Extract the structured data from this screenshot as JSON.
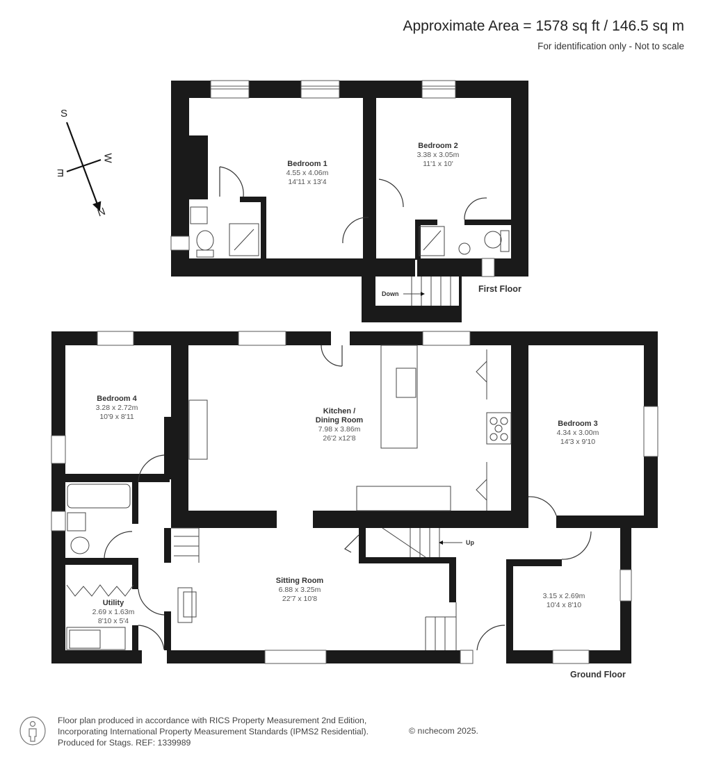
{
  "header": {
    "title": "Approximate Area = 1578 sq ft / 146.5 sq m",
    "subtitle": "For identification only - Not to scale"
  },
  "compass": {
    "letters": {
      "north": "N",
      "south": "S",
      "east": "E",
      "west": "W"
    },
    "icon": "compass-arrow-icon"
  },
  "floors": {
    "first": {
      "label": "First Floor",
      "stairs_label": "Down",
      "rooms": [
        {
          "name": "Bedroom 1",
          "metric": "4.55 x 4.06m",
          "imperial": "14'11 x 13'4"
        },
        {
          "name": "Bedroom 2",
          "metric": "3.38 x 3.05m",
          "imperial": "11'1 x 10'"
        }
      ]
    },
    "ground": {
      "label": "Ground Floor",
      "stairs_label": "Up",
      "rooms": [
        {
          "name": "Bedroom 4",
          "metric": "3.28 x 2.72m",
          "imperial": "10'9 x 8'11"
        },
        {
          "name": "Kitchen /",
          "name2": "Dining Room",
          "metric": "7.98 x 3.86m",
          "imperial": "26'2 x12'8"
        },
        {
          "name": "Bedroom 3",
          "metric": "4.34 x 3.00m",
          "imperial": "14'3 x 9'10"
        },
        {
          "name": "Sitting Room",
          "metric": "6.88 x 3.25m",
          "imperial": "22'7 x 10'8"
        },
        {
          "name": "Utility",
          "metric": "2.69 x 1.63m",
          "imperial": "8'10 x 5'4"
        },
        {
          "name": "",
          "metric": "3.15 x 2.69m",
          "imperial": "10'4 x 8'10"
        }
      ]
    }
  },
  "footer": {
    "line1": "Floor plan produced in accordance with RICS Property Measurement 2nd Edition,",
    "line2": "Incorporating International Property Measurement Standards (IPMS2 Residential).",
    "line3": "Produced for Stags.   REF: 1339989",
    "copyright": "© nıchecom 2025.",
    "icon": "person-icon"
  }
}
